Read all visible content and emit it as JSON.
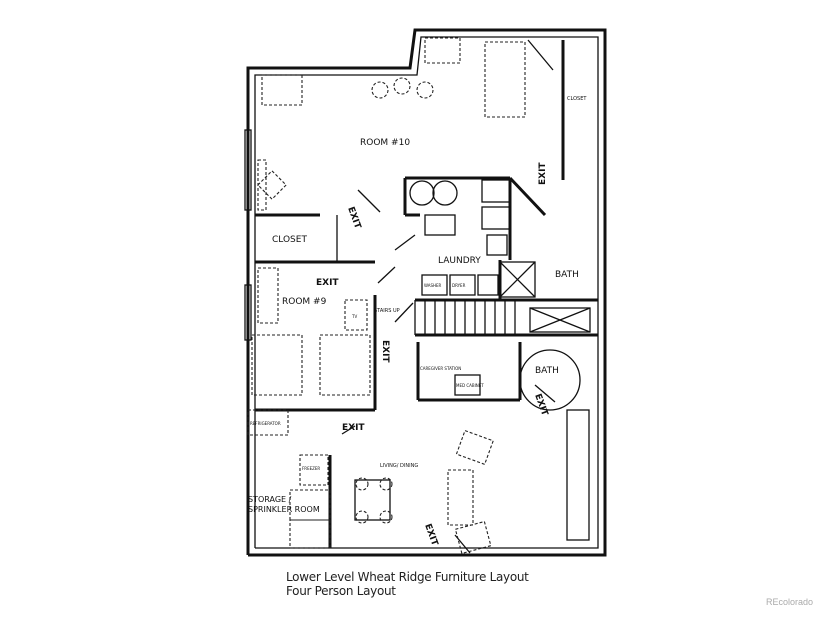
{
  "plan": {
    "title_line1": "Lower Level Wheat Ridge Furniture Layout",
    "title_line2": "Four Person Layout",
    "rooms": {
      "room10": "ROOM #10",
      "closet_top": "CLOSET",
      "closet": "CLOSET",
      "room9": "ROOM #9",
      "laundry": "LAUNDRY",
      "bath_upper": "BATH",
      "bath_lower": "BATH",
      "stairs": "STAIRS UP",
      "caregiver": "CAREGIVER STATION",
      "med_cabinet": "MED CABINET",
      "refrigerator": "REFRIGERATOR",
      "freezer": "FREEZER",
      "living": "LIVING/ DINING",
      "storage1": "STORAGE /",
      "storage2": "SPRINKLER ROOM",
      "washer": "WASHER",
      "dryer": "DRYER",
      "tv": "TV"
    },
    "exit_label": "EXIT"
  },
  "watermark": "REcolorado"
}
